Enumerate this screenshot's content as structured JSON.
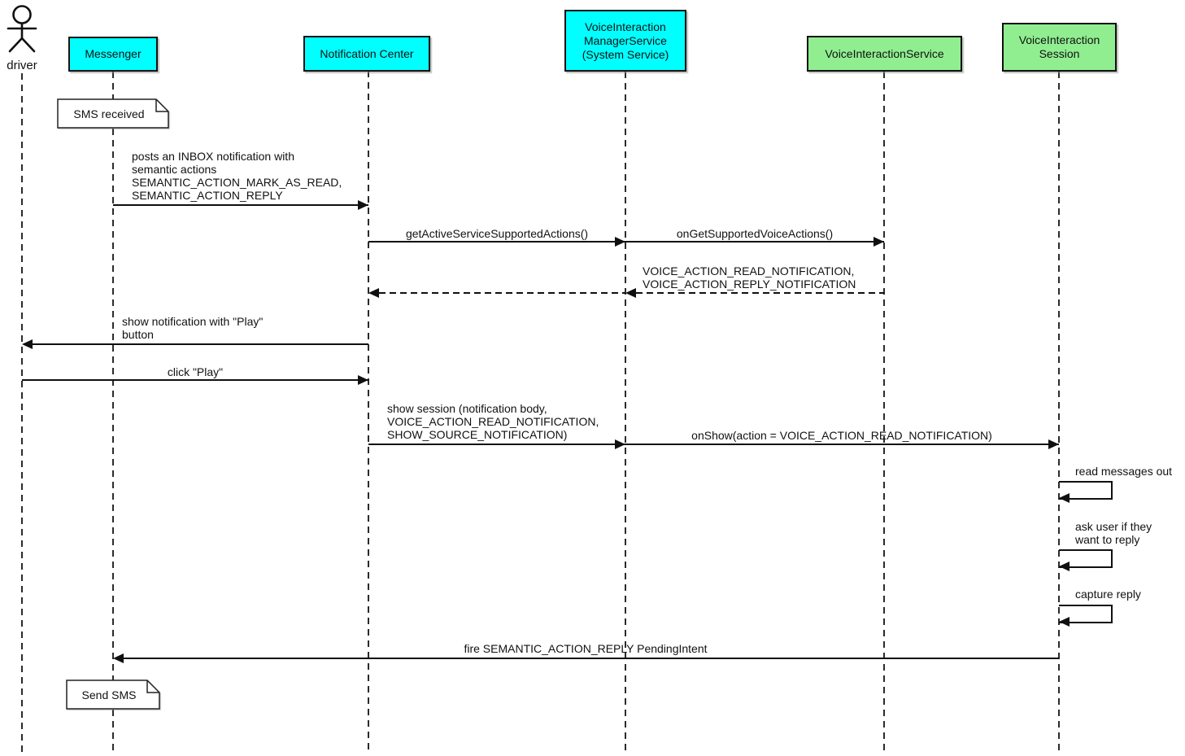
{
  "actor": {
    "label": "driver"
  },
  "participants": [
    {
      "id": "messenger",
      "label": "Messenger",
      "fill": "#00FFFF"
    },
    {
      "id": "notification-center",
      "label": "Notification Center",
      "fill": "#00FFFF"
    },
    {
      "id": "voiceinteraction-managerservice",
      "label": "VoiceInteraction\nManagerService\n(System Service)",
      "fill": "#00FFFF"
    },
    {
      "id": "voiceinteractionservice",
      "label": "VoiceInteractionService",
      "fill": "#90EE90"
    },
    {
      "id": "voiceinteraction-session",
      "label": "VoiceInteraction\nSession",
      "fill": "#90EE90"
    }
  ],
  "notes": [
    {
      "text": "SMS received"
    },
    {
      "text": "Send SMS"
    }
  ],
  "messages": [
    {
      "label": "posts an INBOX notification with\nsemantic actions\nSEMANTIC_ACTION_MARK_AS_READ,\nSEMANTIC_ACTION_REPLY",
      "from": "Messenger",
      "to": "Notification Center",
      "style": "solid"
    },
    {
      "label": "getActiveServiceSupportedActions()",
      "from": "Notification Center",
      "to": "VoiceInteraction ManagerService (System Service)",
      "style": "solid"
    },
    {
      "label": "onGetSupportedVoiceActions()",
      "from": "VoiceInteraction ManagerService (System Service)",
      "to": "VoiceInteractionService",
      "style": "solid"
    },
    {
      "label": "VOICE_ACTION_READ_NOTIFICATION,\nVOICE_ACTION_REPLY_NOTIFICATION",
      "from": "VoiceInteractionService",
      "to": "Notification Center",
      "style": "dashed-return"
    },
    {
      "label": "show notification with \"Play\"\nbutton",
      "from": "Notification Center",
      "to": "driver",
      "style": "solid"
    },
    {
      "label": "click \"Play\"",
      "from": "driver",
      "to": "Notification Center",
      "style": "solid"
    },
    {
      "label": "show session (notification body,\nVOICE_ACTION_READ_NOTIFICATION,\nSHOW_SOURCE_NOTIFICATION)",
      "from": "Notification Center",
      "to": "VoiceInteraction ManagerService (System Service)",
      "style": "solid"
    },
    {
      "label": "onShow(action = VOICE_ACTION_READ_NOTIFICATION)",
      "from": "VoiceInteraction ManagerService (System Service)",
      "to": "VoiceInteraction Session",
      "style": "solid"
    },
    {
      "label": "read messages out",
      "from": "VoiceInteraction Session",
      "to": "VoiceInteraction Session",
      "style": "self"
    },
    {
      "label": "ask user if they\nwant to reply",
      "from": "VoiceInteraction Session",
      "to": "VoiceInteraction Session",
      "style": "self"
    },
    {
      "label": "capture reply",
      "from": "VoiceInteraction Session",
      "to": "VoiceInteraction Session",
      "style": "self"
    },
    {
      "label": "fire SEMANTIC_ACTION_REPLY PendingIntent",
      "from": "VoiceInteraction Session",
      "to": "Messenger",
      "style": "solid"
    }
  ],
  "colors": {
    "cyan": "#00FFFF",
    "green": "#90EE90",
    "line": "#101010",
    "note_bg": "#FFFFFF"
  }
}
